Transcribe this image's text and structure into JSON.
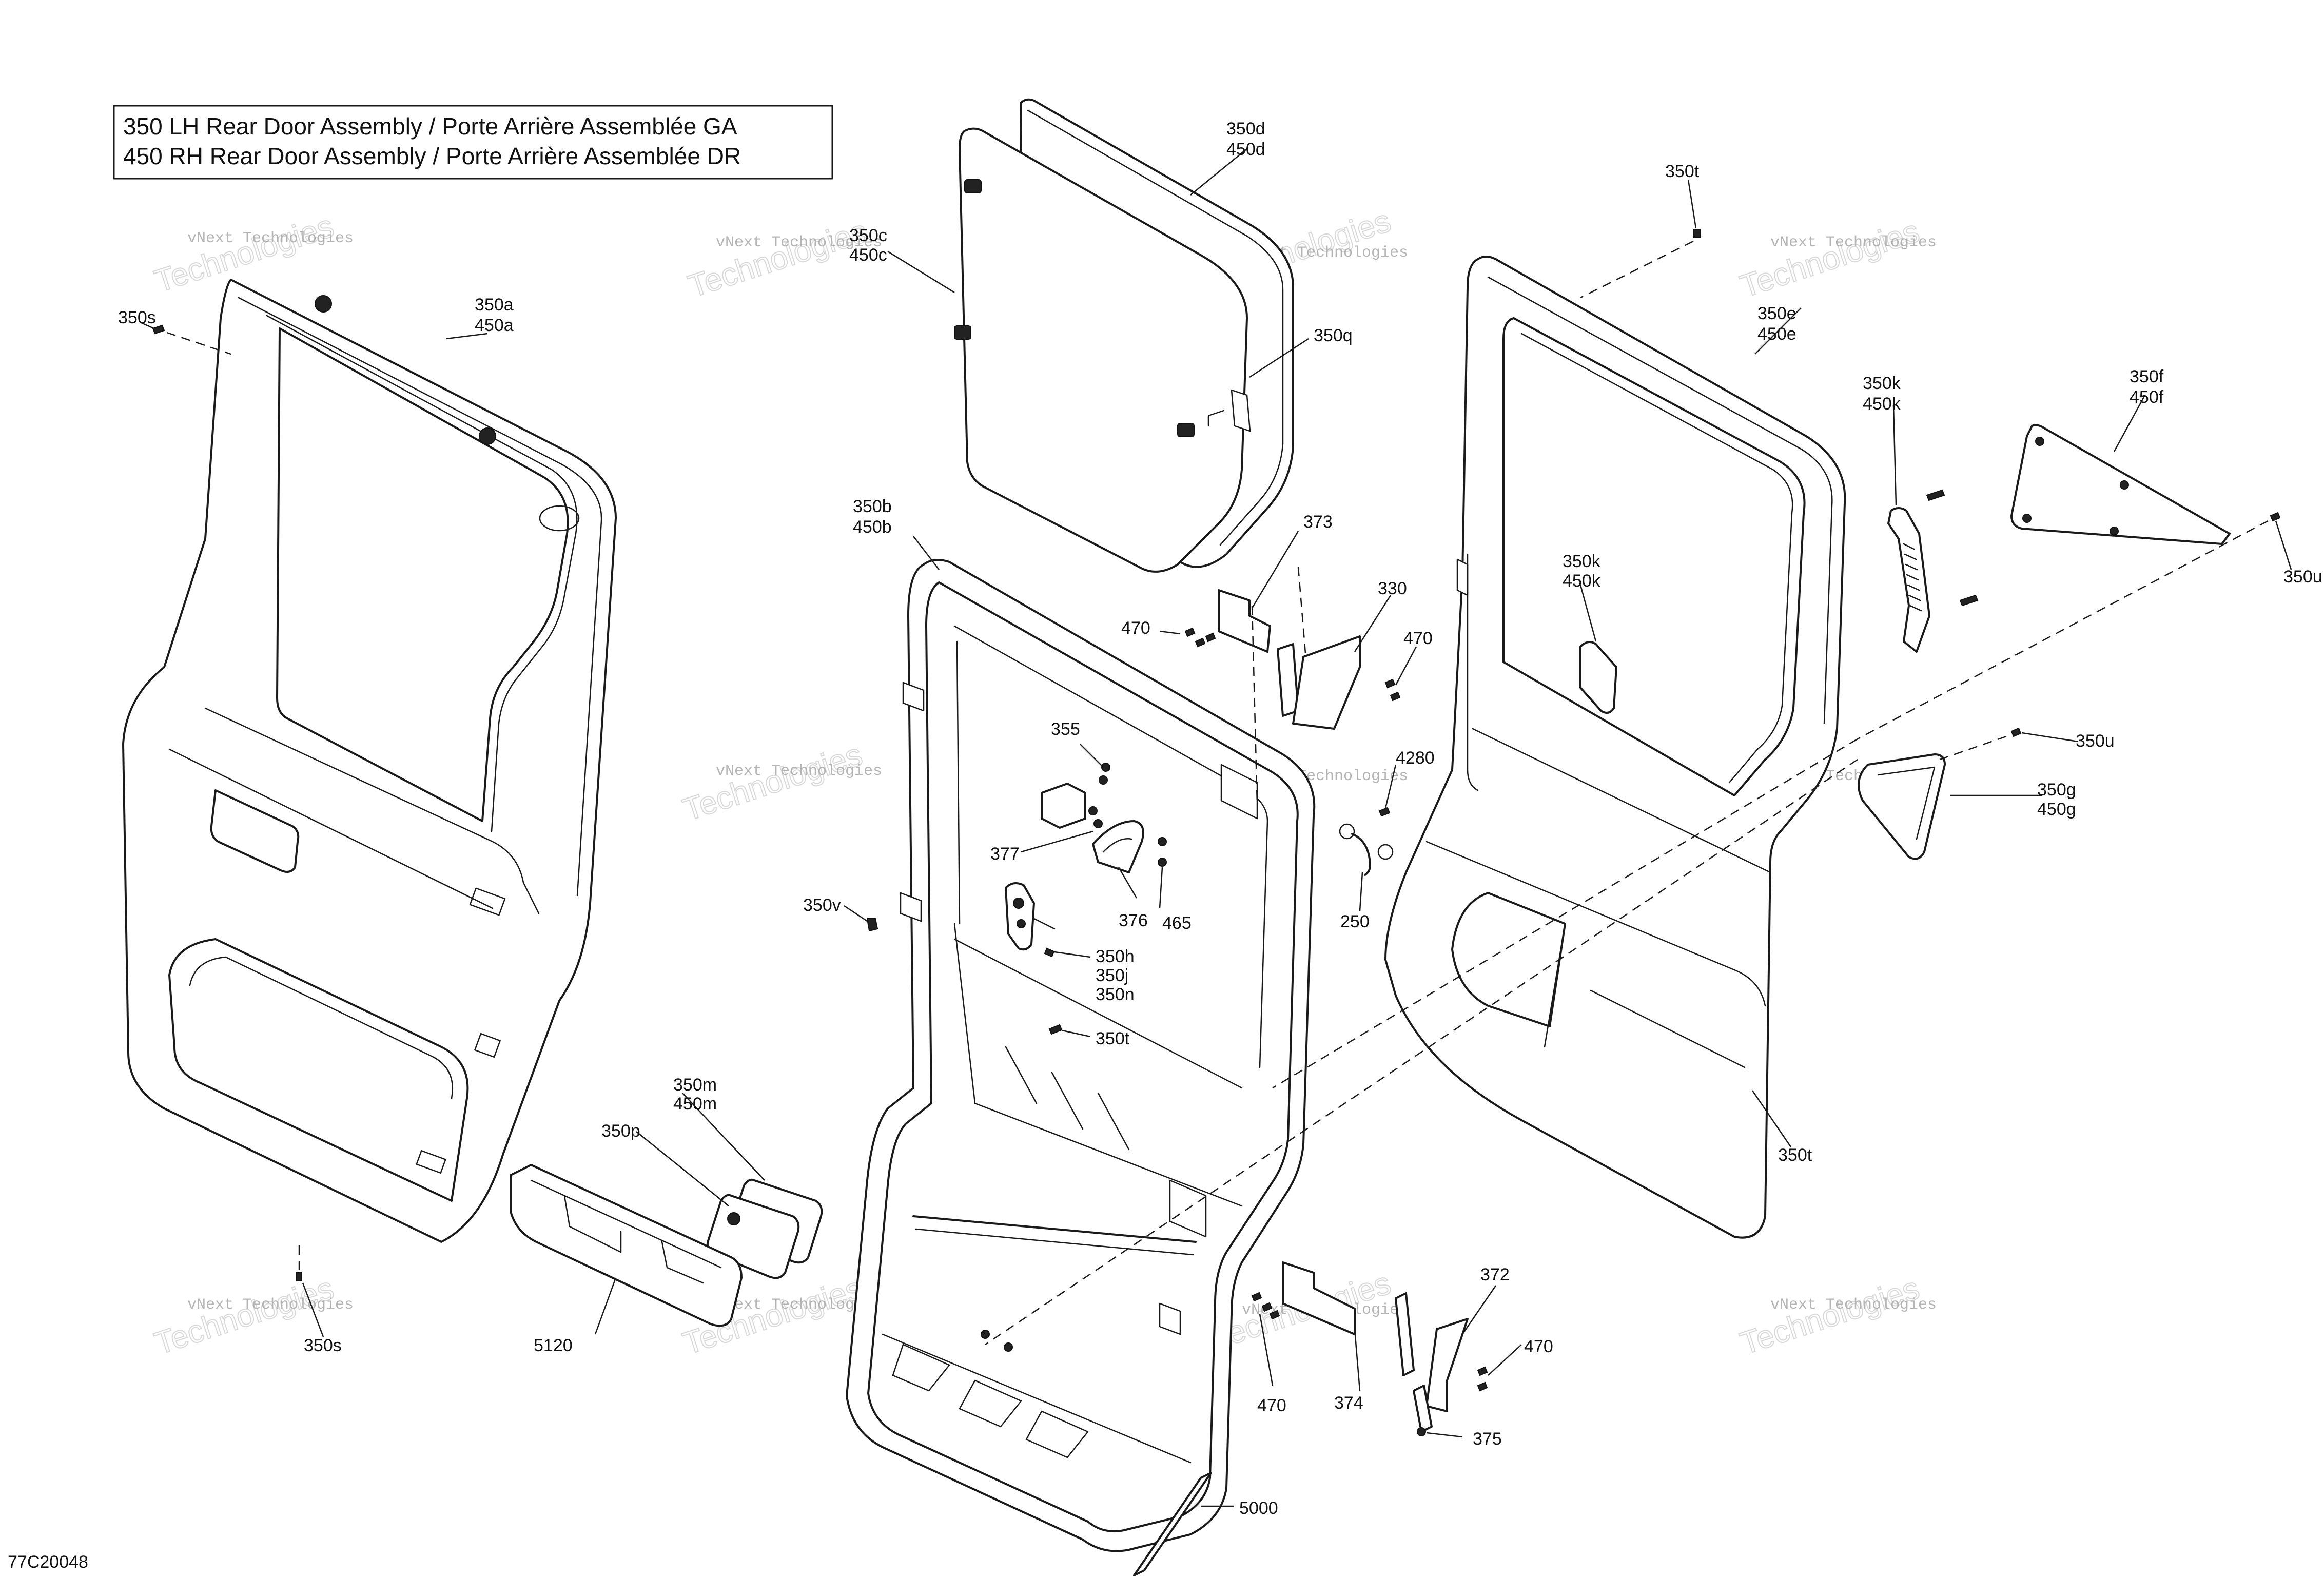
{
  "title": {
    "line1": "350 LH Rear Door Assembly / Porte Arrière Assemblée GA",
    "line2": "450 RH Rear Door Assembly / Porte Arrière Assemblée DR"
  },
  "drawing_number": "77C20048",
  "watermark": {
    "small": "vNext Technologies",
    "big": "Technologies",
    "top": "vNext"
  },
  "callouts": {
    "c350s_top": "350s",
    "c350a": "350a",
    "c450a": "450a",
    "c350c": "350c",
    "c450c": "450c",
    "c350d": "350d",
    "c450d": "450d",
    "c350q": "350q",
    "c350b": "350b",
    "c450b": "450b",
    "c373": "373",
    "c330": "330",
    "c470_a": "470",
    "c470_b": "470",
    "c355": "355",
    "c4280": "4280",
    "c377": "377",
    "c376": "376",
    "c465": "465",
    "c250": "250",
    "c350v": "350v",
    "c350h": "350h",
    "c350j": "350j",
    "c350n": "350n",
    "c350t_mid": "350t",
    "c350t_top": "350t",
    "c350e": "350e",
    "c450e": "450e",
    "c350k_a": "350k",
    "c450k_a": "450k",
    "c350k_b": "350k",
    "c450k_b": "450k",
    "c350f": "350f",
    "c450f": "450f",
    "c350u_a": "350u",
    "c350u_b": "350u",
    "c350g": "350g",
    "c450g": "450g",
    "c350t_bot": "350t",
    "c350m": "350m",
    "c450m": "450m",
    "c350p": "350p",
    "c5120": "5120",
    "c350s_bot": "350s",
    "c372": "372",
    "c470_c": "470",
    "c470_d": "470",
    "c374": "374",
    "c375": "375",
    "c5000": "5000"
  }
}
